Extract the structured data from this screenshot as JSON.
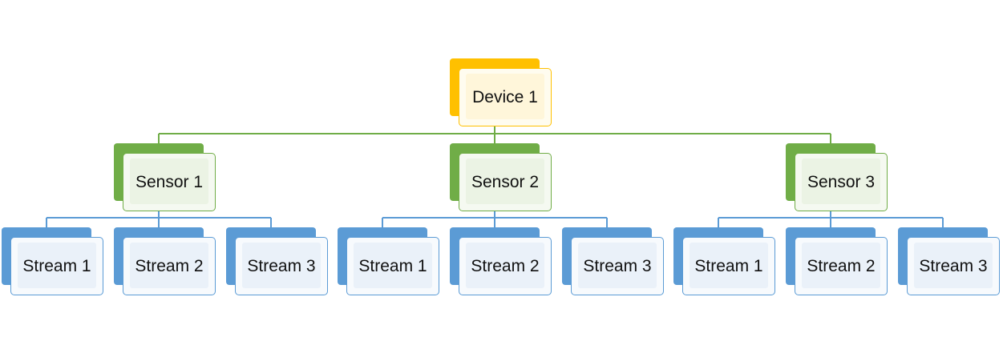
{
  "colors": {
    "device": "#FFC000",
    "sensor": "#70AD47",
    "stream": "#5B9BD5"
  },
  "tree": {
    "label": "Device 1",
    "children": [
      {
        "label": "Sensor 1",
        "children": [
          {
            "label": "Stream 1"
          },
          {
            "label": "Stream 2"
          },
          {
            "label": "Stream 3"
          }
        ]
      },
      {
        "label": "Sensor 2",
        "children": [
          {
            "label": "Stream 1"
          },
          {
            "label": "Stream 2"
          },
          {
            "label": "Stream 3"
          }
        ]
      },
      {
        "label": "Sensor 3",
        "children": [
          {
            "label": "Stream 1"
          },
          {
            "label": "Stream 2"
          },
          {
            "label": "Stream 3"
          }
        ]
      }
    ]
  }
}
